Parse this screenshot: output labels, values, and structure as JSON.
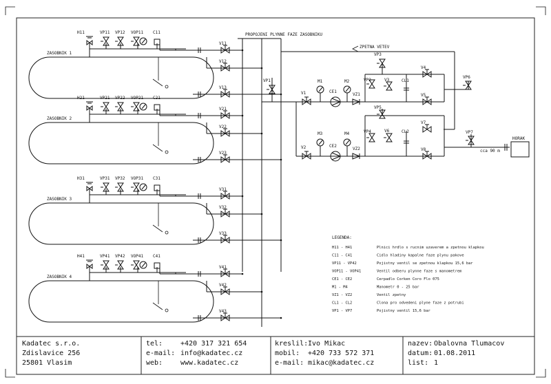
{
  "tanks": [
    {
      "name": "ZASOBNIK 1",
      "h": "H11",
      "vp_a": "VP11",
      "vp_b": "VP12",
      "vop": "VOP11",
      "c": "C11",
      "v_top": "V11",
      "v_mid": "V12",
      "v_bot": "V13"
    },
    {
      "name": "ZASOBNIK 2",
      "h": "H21",
      "vp_a": "VP21",
      "vp_b": "VP22",
      "vop": "VOP21",
      "c": "C21",
      "v_top": "V21",
      "v_mid": "V22",
      "v_bot": "V23"
    },
    {
      "name": "ZASOBNIK 3",
      "h": "H31",
      "vp_a": "VP31",
      "vp_b": "VP32",
      "vop": "VOP31",
      "c": "C31",
      "v_top": "V31",
      "v_mid": "V32",
      "v_bot": "V33"
    },
    {
      "name": "ZASOBNIK 4",
      "h": "H41",
      "vp_a": "VP41",
      "vp_b": "VP42",
      "vop": "VOP41",
      "c": "C41",
      "v_top": "V41",
      "v_mid": "V42",
      "v_bot": "V43"
    }
  ],
  "flow": {
    "gas_link": "PROPOJENI PLYNNE FAZE ZASOBNIKU",
    "return": "ZPETNA VETEV",
    "distance": "cca 90 m",
    "burner": "HORAK",
    "vp1": "VP1",
    "vp2": "VP2",
    "vp3": "VP3",
    "vp4": "VP4",
    "vp5": "VP5",
    "vp6": "VP6",
    "vp7": "VP7",
    "v1": "V1",
    "v2": "V2",
    "v3": "V3",
    "v4": "V4",
    "v5": "V5",
    "v6": "V6",
    "v7": "V7",
    "v8": "V8",
    "m1": "M1",
    "m2": "M2",
    "m3": "M3",
    "m4": "M4",
    "ce1": "CE1",
    "ce2": "CE2",
    "vz1": "VZ1",
    "vz2": "VZ2",
    "cl1": "CL1",
    "cl2": "CL2"
  },
  "legend": {
    "title": "LEGENDA:",
    "rows": [
      {
        "code": "H11 - H41",
        "desc": "Plnici hrdlo s rucnim uzaverem a zpetnou klapkou"
      },
      {
        "code": "C11 - C41",
        "desc": "Cidlo hladiny kapalne faze plynu pakove"
      },
      {
        "code": "VP11 - VP42",
        "desc": "Pojistny ventil se zpetnou klapkou 15,6 bar"
      },
      {
        "code": "VOP11 - VOP41",
        "desc": "Ventil odberu plynne faze s manometrem"
      },
      {
        "code": "CE1 - CE2",
        "desc": "Cerpadlo Corken Coro Flo 075"
      },
      {
        "code": "M1 - M4",
        "desc": "Manometr 0 - 25 bar"
      },
      {
        "code": "VZ1 - VZ2",
        "desc": "Ventil zpetny"
      },
      {
        "code": "CL1 - CL2",
        "desc": "Clona pro odvedeni plyne faze z potrubi"
      },
      {
        "code": "VP1 - VP7",
        "desc": "Pojistny ventil 15,6 bar"
      }
    ]
  },
  "title_block": {
    "company": "Kadatec s.r.o.",
    "street": "Zdislavice 256",
    "city": "25801 Vlasim",
    "tel_label": "tel:",
    "tel": "+420 317 321 654",
    "email_label": "e-mail:",
    "email": "info@kadatec.cz",
    "web_label": "web:",
    "web": "www.kadatec.cz",
    "drawn_label": "kreslil:",
    "drawn": "Ivo Mikac",
    "mobile_label": "mobil:",
    "mobile": "+420 733 572 371",
    "email2_label": "e-mail:",
    "email2": "mikac@kadatec.cz",
    "name_label": "nazev:",
    "name": "Obalovna Tlumacov",
    "date_label": "datum:",
    "date": "01.08.2011",
    "sheet_label": "list:",
    "sheet": "1"
  }
}
